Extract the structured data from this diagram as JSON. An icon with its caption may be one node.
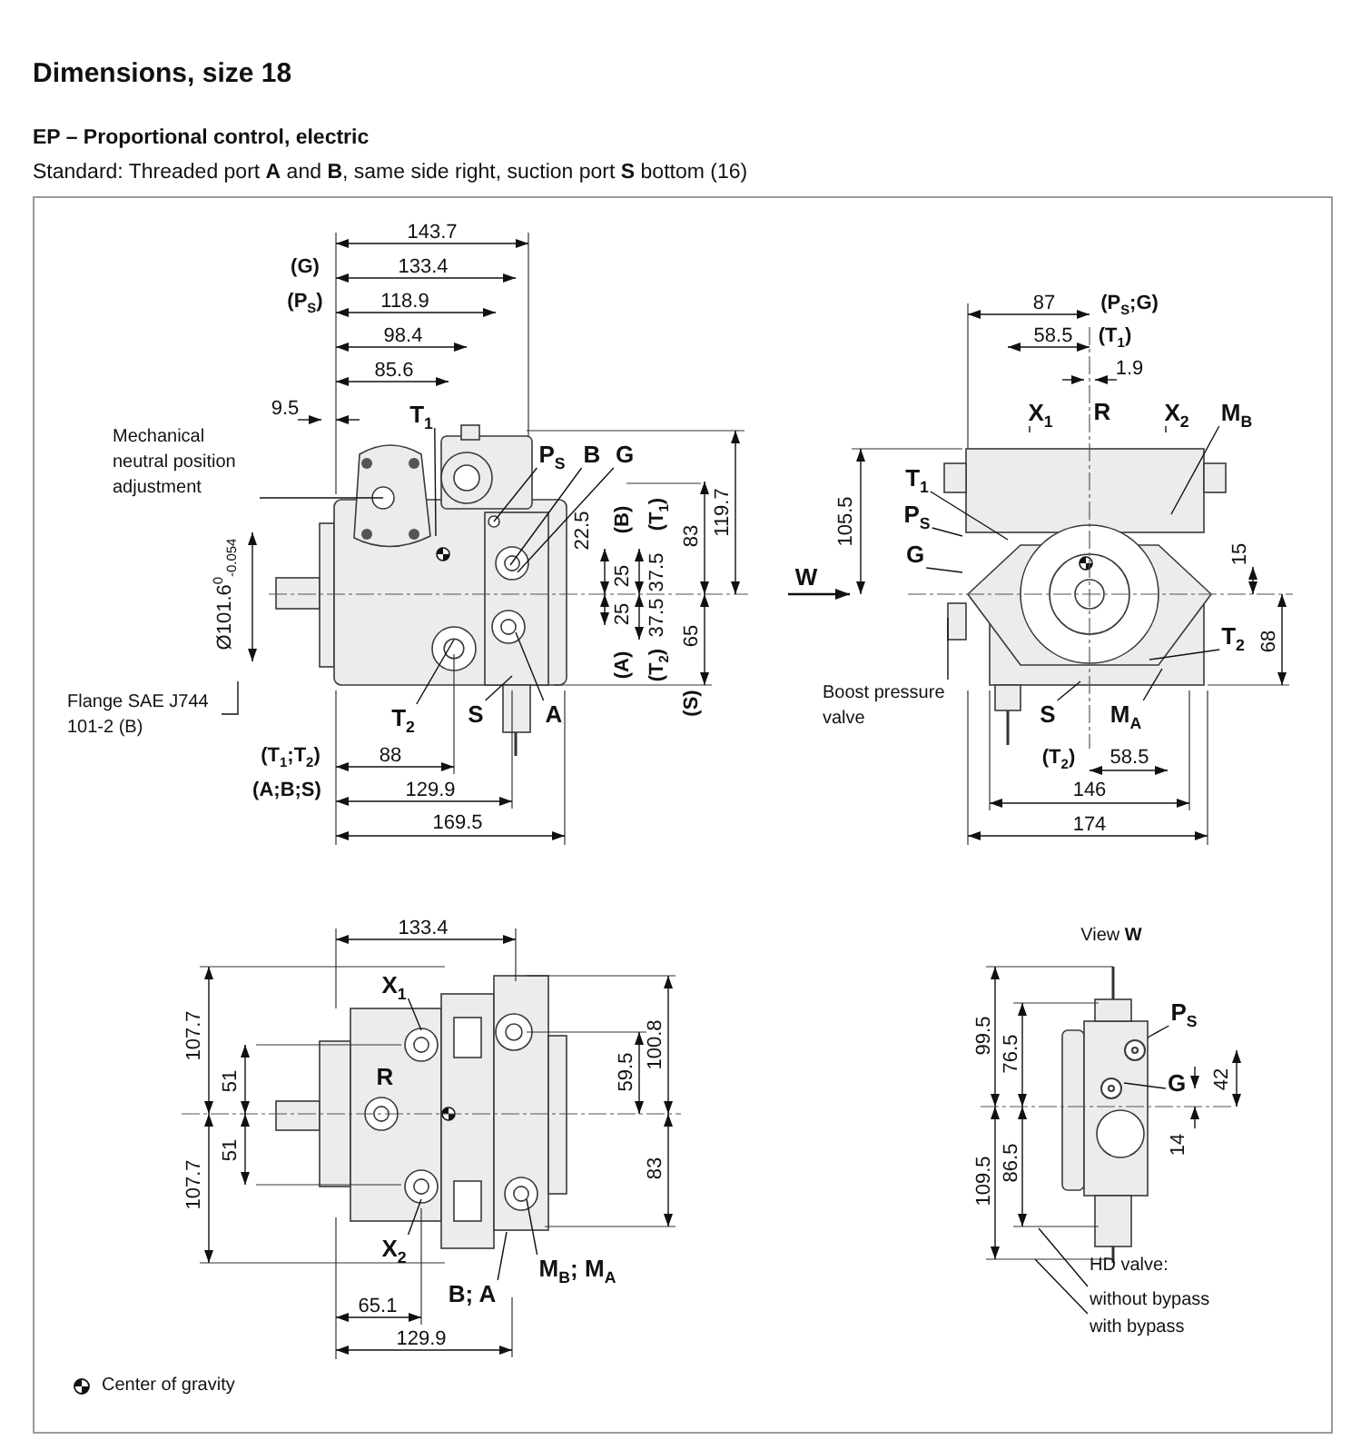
{
  "diagram": {
    "title": "Dimensions, size 18",
    "nodes": [
      {
        "text": [
          "Mechanical neutral position adjustment"
        ]
      },
      {
        "text": [
          "T$_{1}$"
        ]
      },
      {
        "text": [
          "P$_{S}$"
        ]
      },
      {
        "text": [
          "B"
        ]
      },
      {
        "text": [
          "G"
        ]
      },
      {
        "text": [
          "T$_{2}$"
        ]
      },
      {
        "text": [
          "S"
        ]
      },
      {
        "text": [
          "A"
        ]
      },
      {
        "text": [
          "Flange SAE J744 101-2 (B)"
        ]
      },
      {
        "text": [
          "X$_{1}$"
        ]
      },
      {
        "text": [
          "X$_{2}$"
        ]
      },
      {
        "text": [
          "M$_{B}$"
        ]
      },
      {
        "text": [
          "T$_{1}$"
        ]
      },
      {
        "text": [
          "P$_{S}$"
        ]
      },
      {
        "text": [
          "G"
        ]
      },
      {
        "text": [
          "T$_{2}$"
        ]
      },
      {
        "text": [
          "Boost pressure valve"
        ]
      },
      {
        "text": [
          "S"
        ]
      },
      {
        "text": [
          "M$_{A}$"
        ]
      },
      {
        "text": [
          "X$_{1}$"
        ]
      },
      {
        "text": [
          "X$_{2}$"
        ]
      },
      {
        "text": [
          "M$_{B}$; M$_{A}$"
        ]
      },
      {
        "text": [
          "B; A"
        ]
      },
      {
        "text": [
          "P$_{S}$"
        ]
      },
      {
        "text": [
          "G"
        ]
      },
      {
        "text": [
          "without bypass"
        ]
      },
      {
        "text": [
          "with bypass"
        ]
      },
      {
        "text": [],
        "shape": "circle"
      },
      {
        "text": [],
        "shape": "circle"
      }
    ],
    "edges": [
      {
        "from": 0,
        "to": null,
        "arrow": "none"
      },
      {
        "from": 1,
        "to": null,
        "arrow": "none"
      },
      {
        "from": 2,
        "to": null,
        "arrow": "none"
      },
      {
        "from": 3,
        "to": null,
        "arrow": "none"
      },
      {
        "from": 4,
        "to": null,
        "arrow": "none"
      },
      {
        "from": 5,
        "to": null,
        "arrow": "none"
      },
      {
        "from": 6,
        "to": null,
        "arrow": "none"
      },
      {
        "from": 7,
        "to": null,
        "arrow": "none"
      },
      {
        "from": 8,
        "to": null,
        "arrow": "none"
      },
      {
        "from": 9,
        "to": null,
        "arrow": "none"
      },
      {
        "from": 10,
        "to": null,
        "arrow": "none"
      },
      {
        "from": 11,
        "to": null,
        "arrow": "none"
      },
      {
        "from": 12,
        "to": null,
        "arrow": "none"
      },
      {
        "from": 13,
        "to": null,
        "arrow": "none"
      },
      {
        "from": 14,
        "to": null,
        "arrow": "none"
      },
      {
        "from": 15,
        "to": null,
        "arrow": "none"
      },
      {
        "from": 16,
        "to": null,
        "arrow": "none"
      },
      {
        "from": 17,
        "to": null,
        "arrow": "none"
      },
      {
        "from": 18,
        "to": null,
        "arrow": "none"
      },
      {
        "from": 19,
        "to": null,
        "arrow": "none"
      },
      {
        "from": 20,
        "to": null,
        "arrow": "none"
      },
      {
        "from": 21,
        "to": null,
        "arrow": "none"
      },
      {
        "from": 22,
        "to": null,
        "arrow": "none"
      },
      {
        "from": 23,
        "to": 27,
        "arrow": "none"
      },
      {
        "from": 24,
        "to": 28,
        "arrow": "none"
      },
      {
        "from": 25,
        "to": null,
        "arrow": "none"
      },
      {
        "from": 26,
        "to": null,
        "arrow": "none"
      }
    ],
    "labels": [
      "EP – Proportional control, electric",
      "Standard: Threaded port **A** and **B**, same side right, suction port **S** bottom (16)",
      "143.7",
      "(G)",
      "133.4",
      "(P$_{S}$)",
      "118.9",
      "98.4",
      "85.6",
      "9.5",
      "22.5",
      "(B)",
      "(T$_{1}$)",
      "83",
      "119.7",
      "Ø101.6$^{0}$$_{-0.054}$",
      "25",
      "37.5",
      "25",
      "37.5",
      "65",
      "(A)",
      "(T$_{2}$)",
      "(S)",
      "(T$_{1}$;T$_{2}$)",
      "88",
      "(A;B;S)",
      "129.9",
      "169.5",
      "87",
      "(P$_{S}$;G)",
      "58.5",
      "(T$_{1}$)",
      "1.9",
      "R",
      "105.5",
      "W",
      "15",
      "68",
      "(T$_{2}$)",
      "58.5",
      "146",
      "174",
      "133.4",
      "107.7",
      "51",
      "R",
      "100.8",
      "59.5",
      "51",
      "107.7",
      "83",
      "65.1",
      "129.9",
      "View **W**",
      "99.5",
      "76.5",
      "42",
      "14",
      "109.5",
      "86.5",
      "HD valve:"
    ],
    "legend": [
      {
        "text": "Center of gravity"
      }
    ]
  }
}
